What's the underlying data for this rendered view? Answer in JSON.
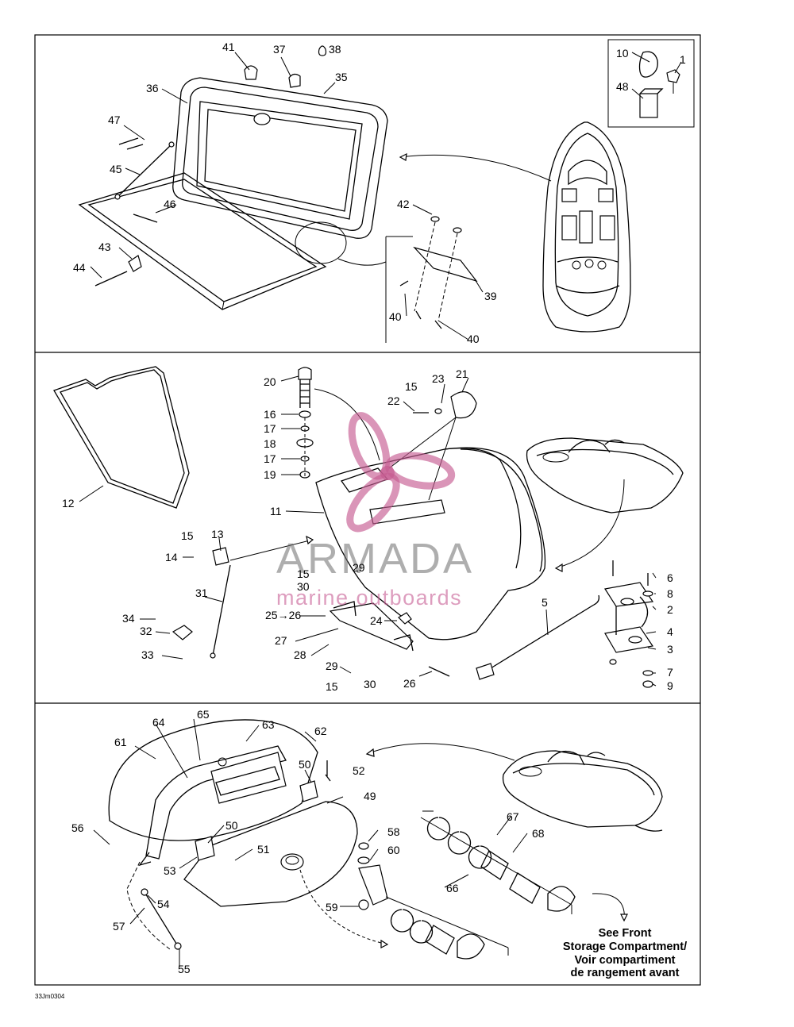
{
  "frame": {
    "border_color": "#000000",
    "watermark_pink": "#c65c92",
    "watermark_gray": "#6c6c6c"
  },
  "watermark": {
    "logo": "propeller-logo",
    "title": "ARMADA",
    "subtitle": "marine outboards"
  },
  "note": {
    "en_line1": "See Front",
    "en_line2": "Storage Compartment/",
    "fr_line1": "Voir compartiment",
    "fr_line2": "de rangement avant"
  },
  "footer_code": "33Jm0304",
  "callouts": {
    "top": [
      "41",
      "37",
      "38",
      "36",
      "35",
      "47",
      "45",
      "46",
      "43",
      "44",
      "42",
      "40",
      "39",
      "40",
      "10",
      "1",
      "48"
    ],
    "middle": [
      "20",
      "15",
      "23",
      "21",
      "22",
      "16",
      "17",
      "18",
      "17",
      "19",
      "12",
      "11",
      "15",
      "13",
      "14",
      "31",
      "34",
      "32",
      "33",
      "15",
      "29",
      "30",
      "25→26",
      "24",
      "27",
      "28",
      "29",
      "30",
      "15",
      "26",
      "5",
      "6",
      "8",
      "2",
      "4",
      "3",
      "7",
      "9"
    ],
    "bottom": [
      "65",
      "64",
      "63",
      "62",
      "61",
      "50",
      "52",
      "49",
      "56",
      "50",
      "58",
      "60",
      "67",
      "68",
      "53",
      "51",
      "54",
      "66",
      "57",
      "59",
      "55"
    ]
  }
}
